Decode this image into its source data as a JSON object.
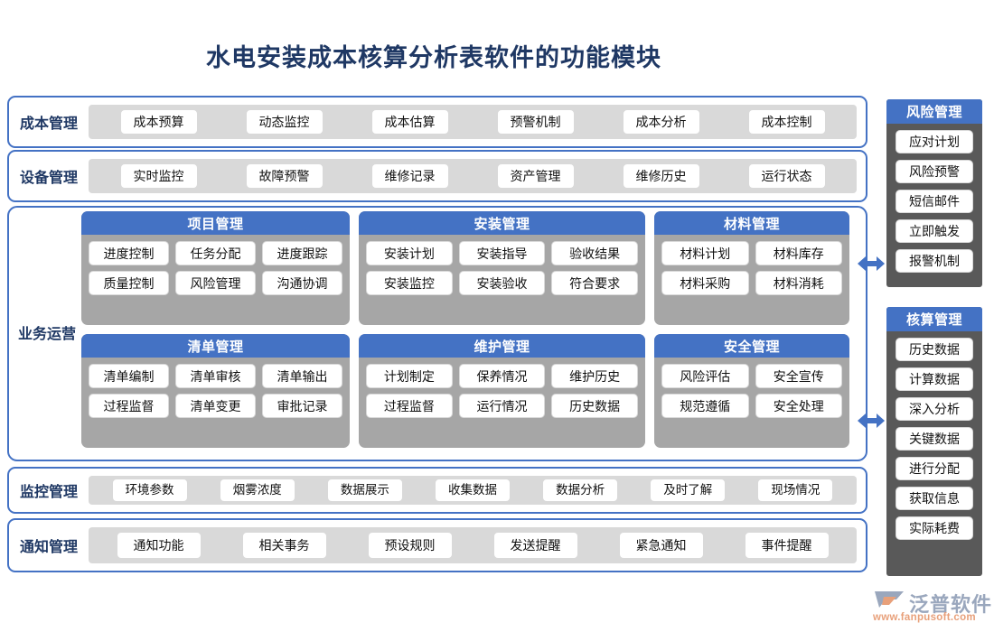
{
  "title": "水电安装成本核算分析表软件的功能模块",
  "colors": {
    "title": "#1F3864",
    "accent_blue": "#4472C4",
    "panel_gray": "#A6A6A6",
    "strip_gray": "#D9D9D9",
    "sidebar_gray": "#595959",
    "chip_white": "#FFFFFF",
    "logo_text": "#9AA7BD",
    "logo_url": "#E8A07A"
  },
  "rows": {
    "cost": {
      "label": "成本管理",
      "items": [
        "成本预算",
        "动态监控",
        "成本估算",
        "预警机制",
        "成本分析",
        "成本控制"
      ]
    },
    "equipment": {
      "label": "设备管理",
      "items": [
        "实时监控",
        "故障预警",
        "维修记录",
        "资产管理",
        "维修历史",
        "运行状态"
      ]
    },
    "monitor": {
      "label": "监控管理",
      "items": [
        "环境参数",
        "烟雾浓度",
        "数据展示",
        "收集数据",
        "数据分析",
        "及时了解",
        "现场情况"
      ]
    },
    "notify": {
      "label": "通知管理",
      "items": [
        "通知功能",
        "相关事务",
        "预设规则",
        "发送提醒",
        "紧急通知",
        "事件提醒"
      ]
    }
  },
  "business": {
    "label": "业务运营",
    "panels": [
      {
        "title": "项目管理",
        "rows": [
          [
            "进度控制",
            "任务分配",
            "进度跟踪"
          ],
          [
            "质量控制",
            "风险管理",
            "沟通协调"
          ]
        ]
      },
      {
        "title": "安装管理",
        "rows": [
          [
            "安装计划",
            "安装指导",
            "验收结果"
          ],
          [
            "安装监控",
            "安装验收",
            "符合要求"
          ]
        ]
      },
      {
        "title": "材料管理",
        "rows": [
          [
            "材料计划",
            "材料库存"
          ],
          [
            "材料采购",
            "材料消耗"
          ]
        ]
      },
      {
        "title": "清单管理",
        "rows": [
          [
            "清单编制",
            "清单审核",
            "清单输出"
          ],
          [
            "过程监督",
            "清单变更",
            "审批记录"
          ]
        ]
      },
      {
        "title": "维护管理",
        "rows": [
          [
            "计划制定",
            "保养情况",
            "维护历史"
          ],
          [
            "过程监督",
            "运行情况",
            "历史数据"
          ]
        ]
      },
      {
        "title": "安全管理",
        "rows": [
          [
            "风险评估",
            "安全宣传"
          ],
          [
            "规范遵循",
            "安全处理"
          ]
        ]
      }
    ]
  },
  "sidebar": {
    "risk": {
      "title": "风险管理",
      "items": [
        "应对计划",
        "风险预警",
        "短信邮件",
        "立即触发",
        "报警机制"
      ]
    },
    "accounting": {
      "title": "核算管理",
      "items": [
        "历史数据",
        "计算数据",
        "深入分析",
        "关键数据",
        "进行分配",
        "获取信息",
        "实际耗费"
      ]
    }
  },
  "logo": {
    "name": "泛普软件",
    "url": "www.fanpusoft.com"
  }
}
